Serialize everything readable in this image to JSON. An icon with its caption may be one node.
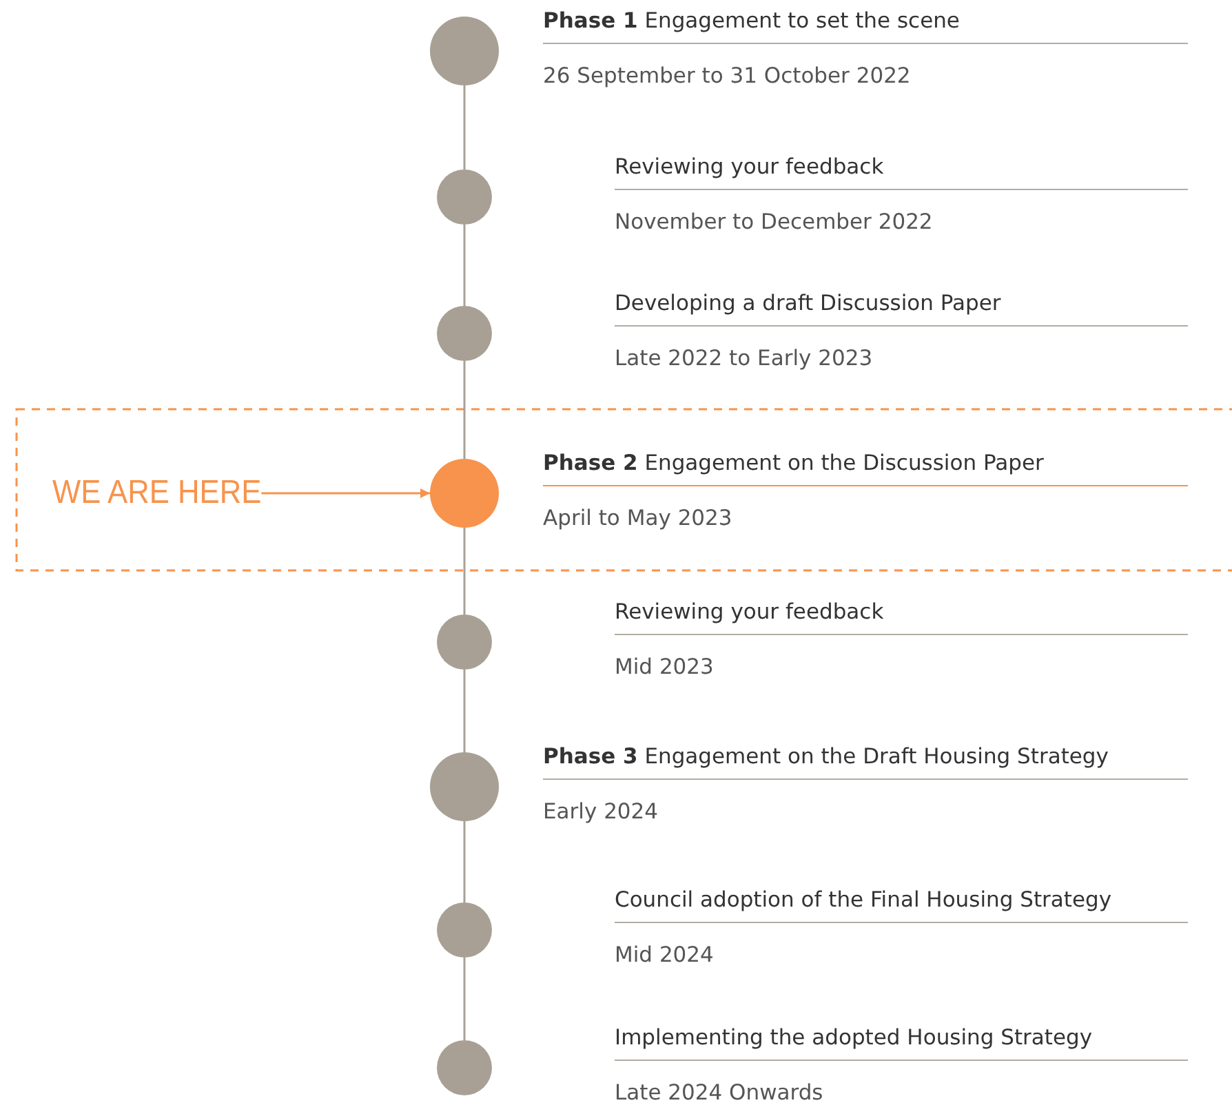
{
  "diagram": {
    "nodes": [
      {
        "text": [],
        "shape": "circle",
        "beside": [
          "**Phase 1** Engagement to set the scene",
          "26 September to 31 October 2022"
        ]
      },
      {
        "text": [],
        "shape": "circle",
        "beside": [
          "Reviewing your feedback",
          "November to December 2022"
        ]
      },
      {
        "text": [],
        "shape": "circle",
        "beside": [
          "Developing a draft Discussion Paper",
          "Late 2022 to Early 2023"
        ]
      },
      {
        "text": [],
        "shape": "circle",
        "beside": [
          "**Phase 2** Engagement on the Discussion Paper",
          "April to May 2023"
        ]
      },
      {
        "text": [],
        "shape": "circle",
        "beside": [
          "Reviewing your feedback",
          "Mid 2023"
        ]
      },
      {
        "text": [],
        "shape": "circle",
        "beside": [
          "**Phase 3** Engagement on the Draft Housing Strategy",
          "Early 2024"
        ]
      },
      {
        "text": [],
        "shape": "circle",
        "beside": [
          "Council adoption of the Final Housing Strategy",
          "Mid 2024"
        ]
      },
      {
        "text": [],
        "shape": "circle",
        "beside": [
          "Implementing the adopted Housing Strategy",
          "Late 2024 Onwards"
        ]
      },
      {
        "text": [
          "WE ARE HERE"
        ]
      }
    ],
    "edges": [
      {
        "from": 0,
        "to": 1,
        "arrow": "none"
      },
      {
        "from": 1,
        "to": 2,
        "arrow": "none"
      },
      {
        "from": 2,
        "to": 3,
        "arrow": "none"
      },
      {
        "from": 3,
        "to": 4,
        "arrow": "none"
      },
      {
        "from": 4,
        "to": 5,
        "arrow": "none"
      },
      {
        "from": 5,
        "to": 6,
        "arrow": "none"
      },
      {
        "from": 6,
        "to": 7,
        "arrow": "none"
      },
      {
        "from": 8,
        "to": 3,
        "arrow": "to",
        "color": "#f7934c"
      }
    ]
  }
}
